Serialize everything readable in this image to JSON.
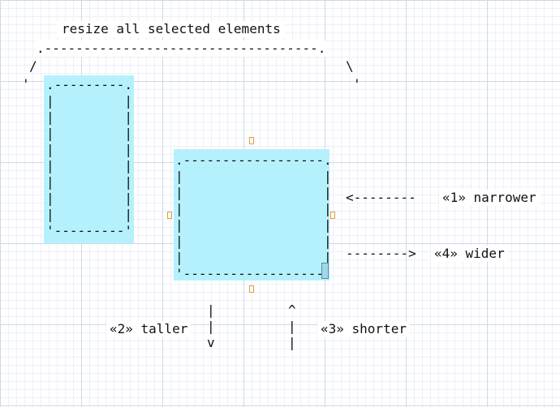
{
  "diagram": {
    "title": "resize all selected elements",
    "bracket": {
      "top": ".-----------------------------------.",
      "left_slash": "/",
      "right_slash": "\\",
      "left_tick": "'",
      "right_tick": "'"
    },
    "box_small": {
      "lines": [
        ".---------.",
        "|         |",
        "|         |",
        "|         |",
        "|         |",
        "|         |",
        "|         |",
        "|         |",
        "|         |",
        "'---------'"
      ]
    },
    "box_large": {
      "lines": [
        ".------------------.",
        "|                  |",
        "|                  |",
        "|                  |",
        "|                  |",
        "|                  |",
        "|                  |",
        "'------------------'"
      ]
    },
    "arrows": {
      "narrower_arrow": "<--------",
      "narrower_label": "«1» narrower",
      "wider_arrow": "-------->",
      "wider_label": "«4» wider",
      "taller_label": "«2» taller",
      "taller_arrow": "|\n|\nv",
      "shorter_arrow": "^\n|\n|",
      "shorter_label": "«3» shorter"
    },
    "colors": {
      "selection_fill": "#b5f1fc",
      "handle_outline": "#e0a040",
      "grid_major": "#cfd8ea",
      "grid_minor": "#edf0f8"
    }
  }
}
